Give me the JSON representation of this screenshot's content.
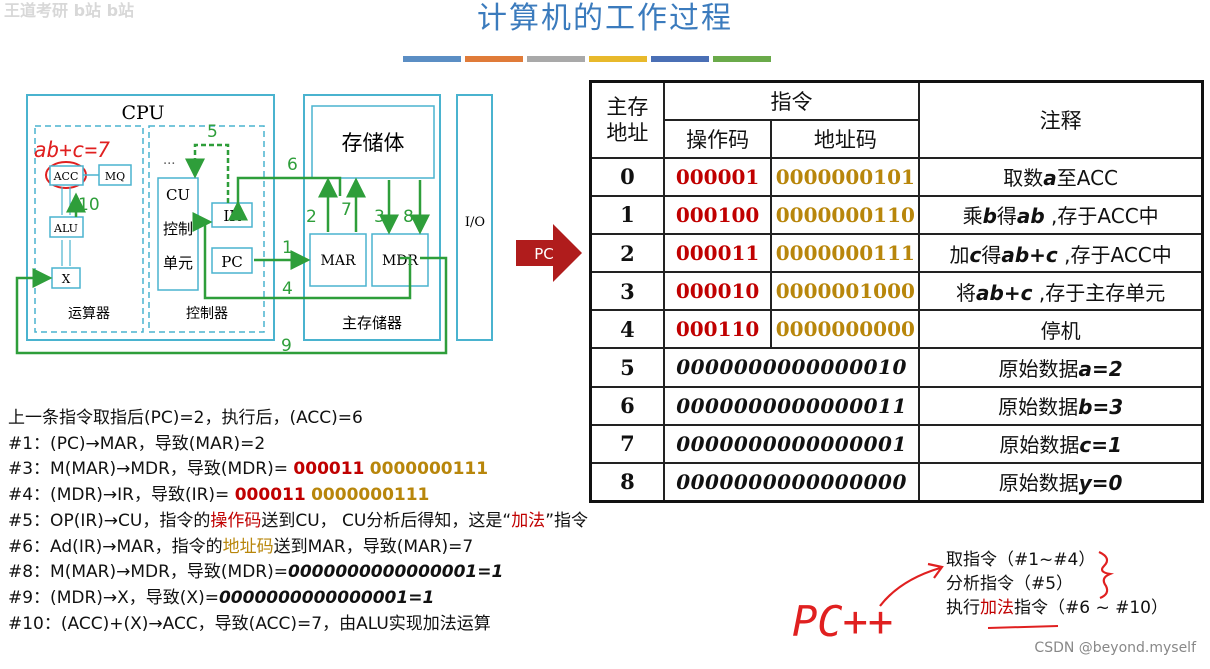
{
  "title": "计算机的工作过程",
  "faded_text": "王道考研 b站 b站",
  "color_bars": [
    "#5b8ec4",
    "#e07b39",
    "#a9a9a9",
    "#e8b92b",
    "#4a6fb5",
    "#6aaa4a"
  ],
  "diagram": {
    "cpu_label": "CPU",
    "handwritten_note": "ab+c=7",
    "acc": "ACC",
    "mq": "MQ",
    "alu": "ALU",
    "x": "X",
    "alu_group_label": "运算器",
    "cu_lines": [
      "CU",
      "控制",
      "单元"
    ],
    "cu_dots": "...",
    "ir": "IR",
    "pc": "PC",
    "controller_label": "控制器",
    "storage_body": "存储体",
    "mar": "MAR",
    "mdr": "MDR",
    "main_memory_label": "主存储器",
    "io": "I/O",
    "step_numbers": {
      "s1": "1",
      "s2": "2",
      "s3": "3",
      "s4": "4",
      "s5": "5",
      "s6": "6",
      "s7": "7",
      "s8": "8",
      "s9": "9",
      "s10": "10"
    },
    "pc_pointer": "PC"
  },
  "table": {
    "headers": {
      "address": [
        "主存",
        "地址"
      ],
      "instruction": "指令",
      "opcode": "操作码",
      "addr_code": "地址码",
      "note": "注释"
    },
    "instruction_rows": [
      {
        "addr": "0",
        "op": "000001",
        "ad": "0000000101",
        "note_parts": [
          "取数",
          "a",
          "至ACC"
        ]
      },
      {
        "addr": "1",
        "op": "000100",
        "ad": "0000000110",
        "note_parts": [
          "乘",
          "b",
          "得",
          "ab",
          " ,存于ACC中"
        ]
      },
      {
        "addr": "2",
        "op": "000011",
        "ad": "0000000111",
        "note_parts": [
          "加",
          "c",
          "得",
          "ab+c",
          " ,存于ACC中"
        ]
      },
      {
        "addr": "3",
        "op": "000010",
        "ad": "0000001000",
        "note_parts": [
          "将",
          "ab+c",
          " ,存于主存单元"
        ]
      },
      {
        "addr": "4",
        "op": "000110",
        "ad": "0000000000",
        "note_parts": [
          "停机"
        ]
      }
    ],
    "data_rows": [
      {
        "addr": "5",
        "data": "0000000000000010",
        "note_parts": [
          "原始数据",
          "a=2"
        ]
      },
      {
        "addr": "6",
        "data": "0000000000000011",
        "note_parts": [
          "原始数据",
          "b=3"
        ]
      },
      {
        "addr": "7",
        "data": "0000000000000001",
        "note_parts": [
          "原始数据",
          "c=1"
        ]
      },
      {
        "addr": "8",
        "data": "0000000000000000",
        "note_parts": [
          "原始数据",
          "y=0"
        ]
      }
    ]
  },
  "steps": {
    "line0": "上一条指令取指后(PC)=2，执行后，(ACC)=6",
    "line1": "#1：(PC)→MAR，导致(MAR)=2",
    "line3_pre": "#3：M(MAR)→MDR，导致(MDR)= ",
    "line3_op": "000011",
    "line3_ad": "0000000111",
    "line4_pre": "#4：(MDR)→IR，导致(IR)= ",
    "line4_op": "000011",
    "line4_ad": "0000000111",
    "line5_a": "#5：OP(IR)→CU，指令的",
    "line5_b": "操作码",
    "line5_c": "送到CU， CU分析后得知，这是“",
    "line5_d": "加法",
    "line5_e": "”指令",
    "line6_a": "#6：Ad(IR)→MAR，指令的",
    "line6_b": "地址码",
    "line6_c": "送到MAR，导致(MAR)=7",
    "line8_pre": "#8：M(MAR)→MDR，导致(MDR)=",
    "line8_val": "0000000000000001=1",
    "line9_pre": "#9：(MDR)→X，导致(X)=",
    "line9_val": "0000000000000001=1",
    "line10": "#10：(ACC)+(X)→ACC，导致(ACC)=7，由ALU实现加法运算"
  },
  "phases": {
    "fetch": "取指令（#1~#4）",
    "analyze": "分析指令（#5）",
    "exec_a": "执行",
    "exec_b": "加法",
    "exec_c": "指令（#6 ~ #10）",
    "handwritten": "PC++"
  },
  "watermark": "CSDN @beyond.myself"
}
